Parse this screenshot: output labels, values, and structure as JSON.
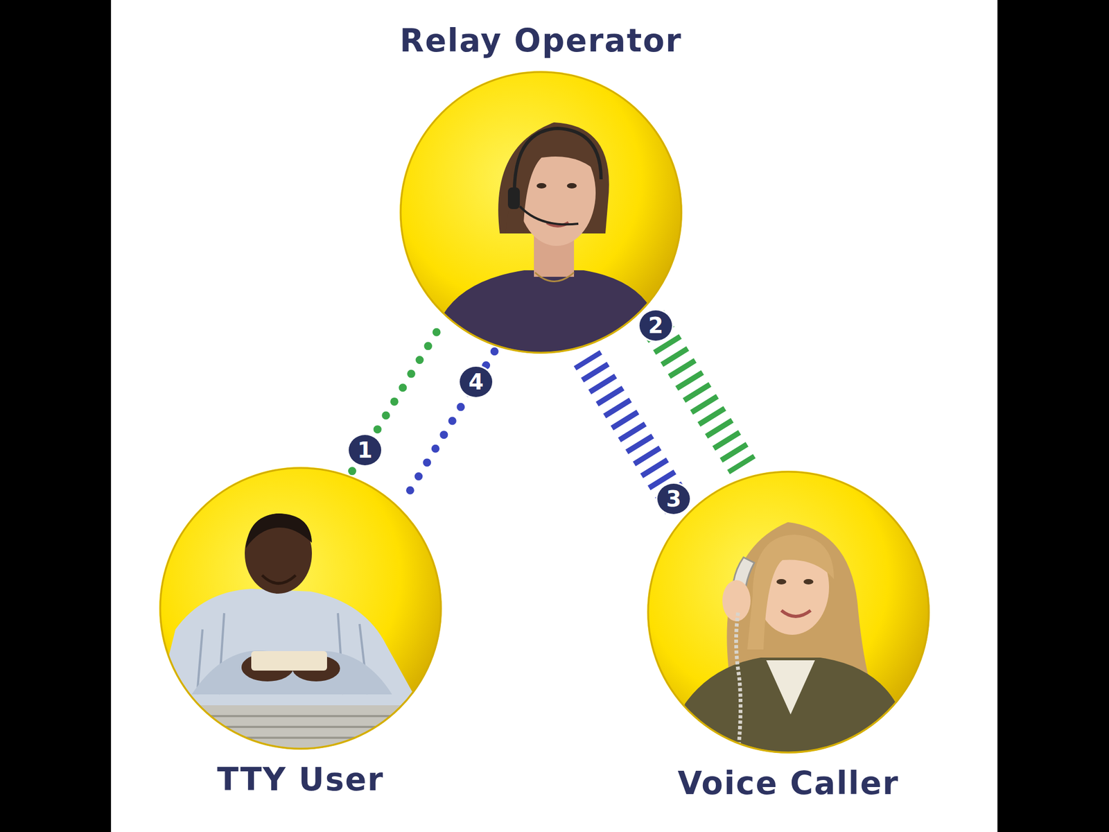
{
  "diagram": {
    "nodes": [
      {
        "text": [
          "Relay Operator"
        ]
      },
      {
        "text": [
          "TTY User"
        ]
      },
      {
        "text": [
          "Voice Caller"
        ]
      }
    ],
    "edges": [
      {
        "from": 1,
        "to": 0,
        "arrow": "none",
        "label": "1"
      },
      {
        "from": 0,
        "to": 2,
        "arrow": "none",
        "label": "2"
      },
      {
        "from": 2,
        "to": 0,
        "arrow": "none",
        "label": "3"
      },
      {
        "from": 0,
        "to": 1,
        "arrow": "none",
        "label": "4"
      }
    ]
  }
}
